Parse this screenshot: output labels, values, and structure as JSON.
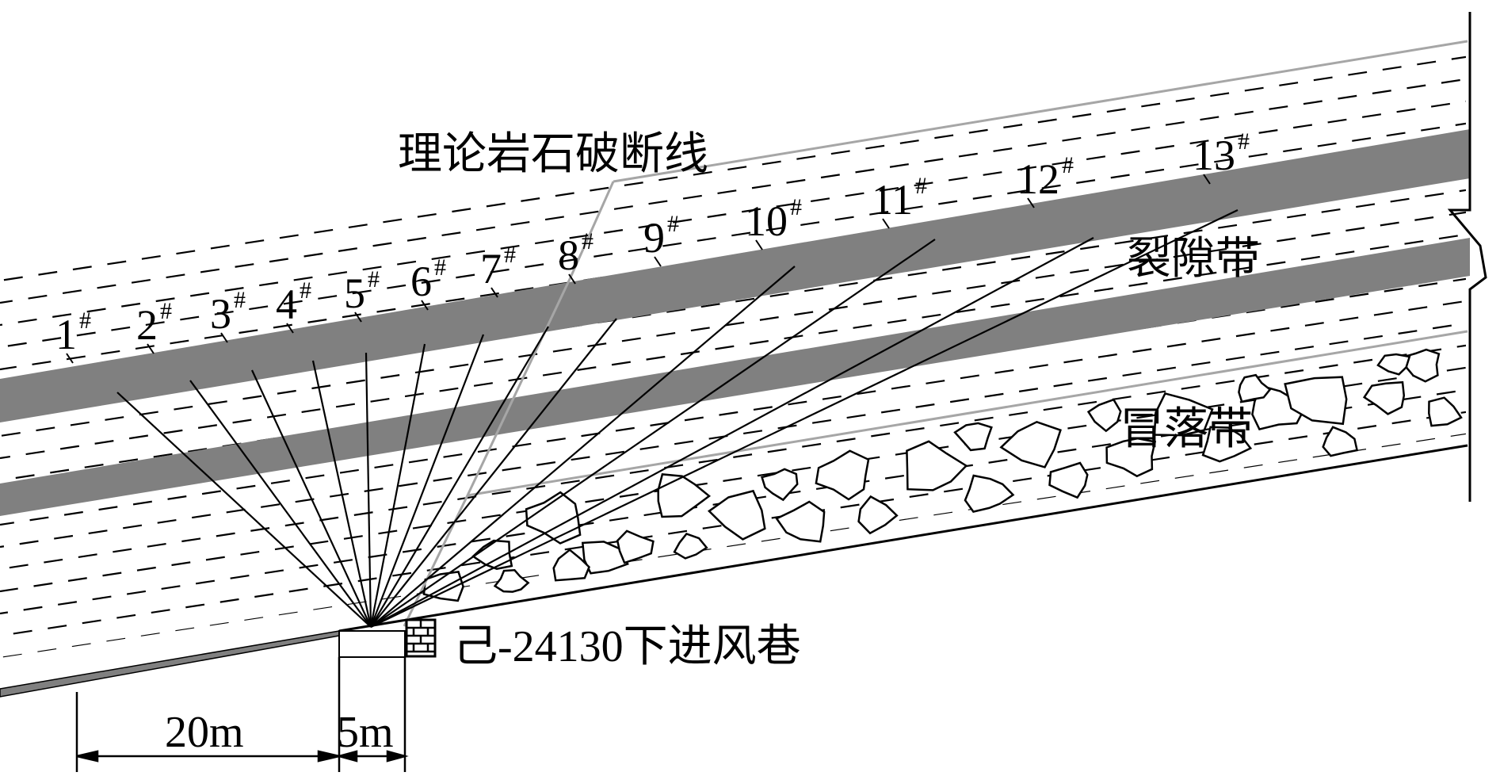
{
  "labels": {
    "theory_line": "理论岩石破断线",
    "fracture_zone": "裂隙带",
    "caving_zone": "冒落带",
    "roadway": "己-24130下进风巷",
    "dim_20": "20m",
    "dim_5": "5m"
  },
  "boreholes": [
    {
      "num": "1",
      "sup": "#"
    },
    {
      "num": "2",
      "sup": "#"
    },
    {
      "num": "3",
      "sup": "#"
    },
    {
      "num": "4",
      "sup": "#"
    },
    {
      "num": "5",
      "sup": "#"
    },
    {
      "num": "6",
      "sup": "#"
    },
    {
      "num": "7",
      "sup": "#"
    },
    {
      "num": "8",
      "sup": "#"
    },
    {
      "num": "9",
      "sup": "#"
    },
    {
      "num": "10",
      "sup": "#"
    },
    {
      "num": "11",
      "sup": "#"
    },
    {
      "num": "12",
      "sup": "#"
    },
    {
      "num": "13",
      "sup": "#"
    }
  ],
  "colors": {
    "coal_seam": "#808080",
    "line": "#000000",
    "break_line": "#a6a6a6",
    "background": "#ffffff"
  }
}
